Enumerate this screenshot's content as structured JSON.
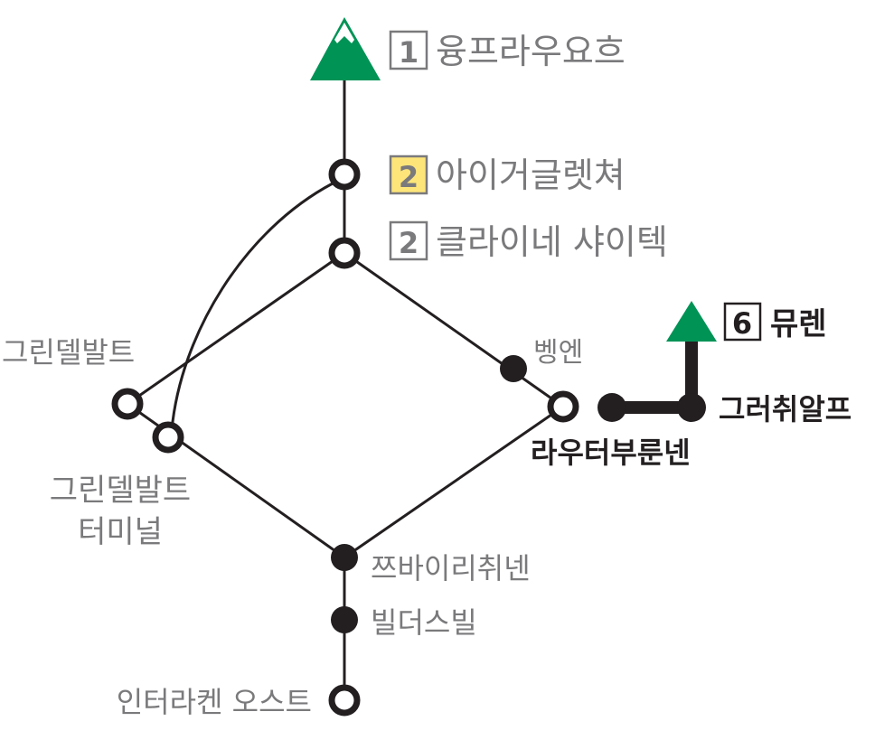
{
  "title": "Jungfrau region railway map",
  "colors": {
    "line": "#231f20",
    "peak": "#009356",
    "highlight": "#fde57a",
    "label_gray": "#7a7a7c"
  },
  "stations": {
    "jungfraujoch": {
      "label": "융프라우요흐",
      "badge": "1"
    },
    "eigergletscher": {
      "label": "아이거글렛쳐",
      "badge": "2"
    },
    "kleine_scheidegg": {
      "label": "클라이네 샤이텍",
      "badge": "2"
    },
    "grindelwald": {
      "label": "그린델발트"
    },
    "grindelwald_terminal": {
      "label_line1": "그린델발트",
      "label_line2": "터미널"
    },
    "wengen": {
      "label": "벵엔"
    },
    "lauterbrunnen": {
      "label": "라우터부룬넨"
    },
    "gruetschalp": {
      "label": "그러취알프"
    },
    "muerren": {
      "label": "뮤렌",
      "badge": "6"
    },
    "zweiluetschinen": {
      "label": "쯔바이리취넨"
    },
    "wilderswil": {
      "label": "빌더스빌"
    },
    "interlaken_ost": {
      "label": "인터라켄 오스트"
    }
  }
}
